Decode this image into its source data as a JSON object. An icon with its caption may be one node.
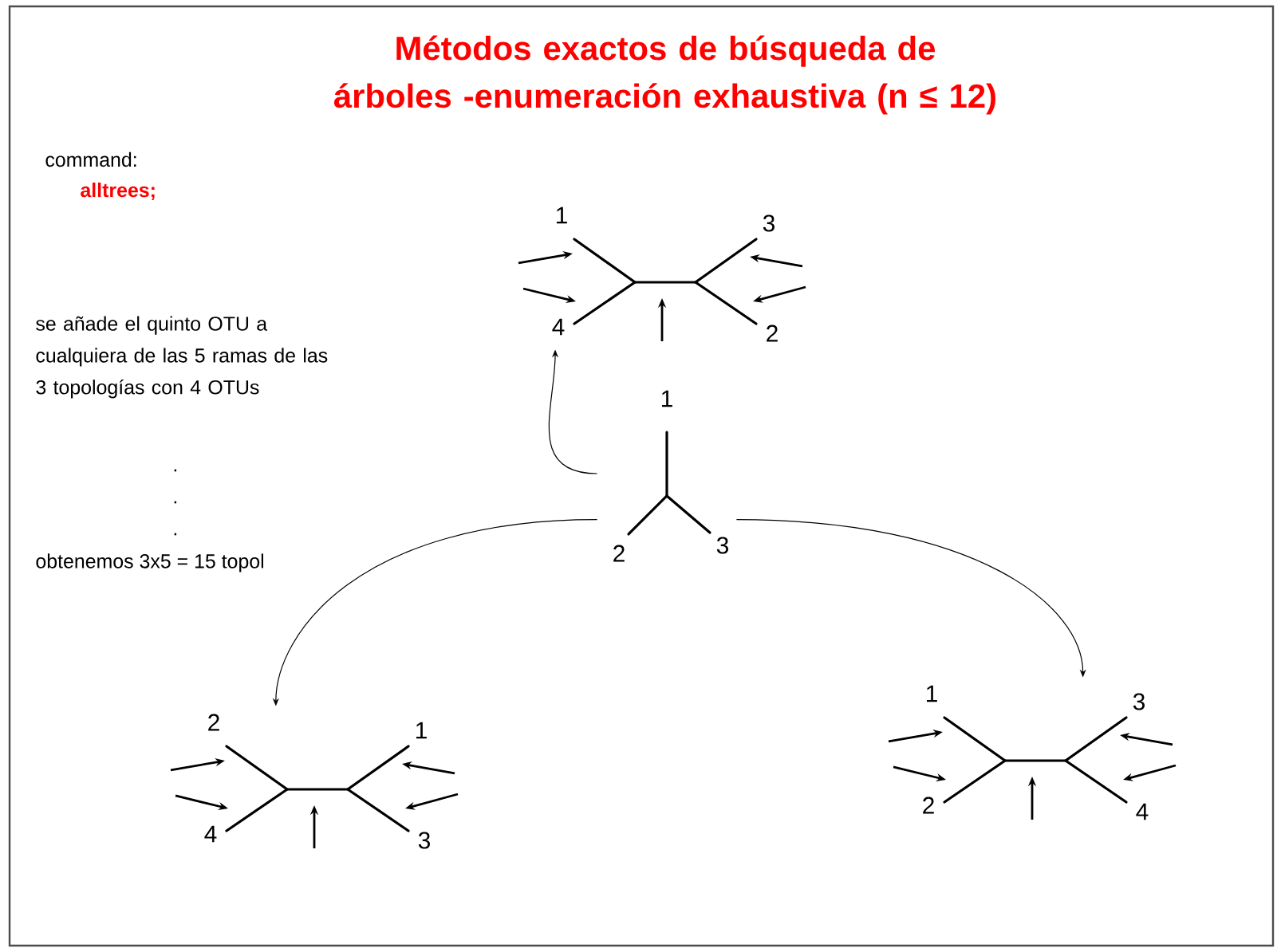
{
  "diagram": {
    "title": "Métodos exactos de búsqueda de árboles -enumeración exhaustiva (n ≤ 12)",
    "nodes": [
      {
        "text": [
          "1",
          "3",
          "4",
          "2"
        ]
      },
      {
        "text": [
          "1",
          "2",
          "3"
        ]
      },
      {
        "text": [
          "2",
          "1",
          "4",
          "3"
        ]
      },
      {
        "text": [
          "1",
          "3",
          "2",
          "4"
        ]
      }
    ],
    "edges": [
      {
        "from": 1,
        "to": 0,
        "arrow": "to"
      },
      {
        "from": 1,
        "to": 2,
        "arrow": "to"
      },
      {
        "from": 1,
        "to": 3,
        "arrow": "to"
      }
    ],
    "labels": [
      "command:",
      "alltrees;",
      "se añade el quinto OTU a cualquiera de las 5 ramas de las 3 topologías con 4 OTUs",
      ".",
      ".",
      ".",
      "obtenemos 3x5 = 15 topol"
    ]
  }
}
